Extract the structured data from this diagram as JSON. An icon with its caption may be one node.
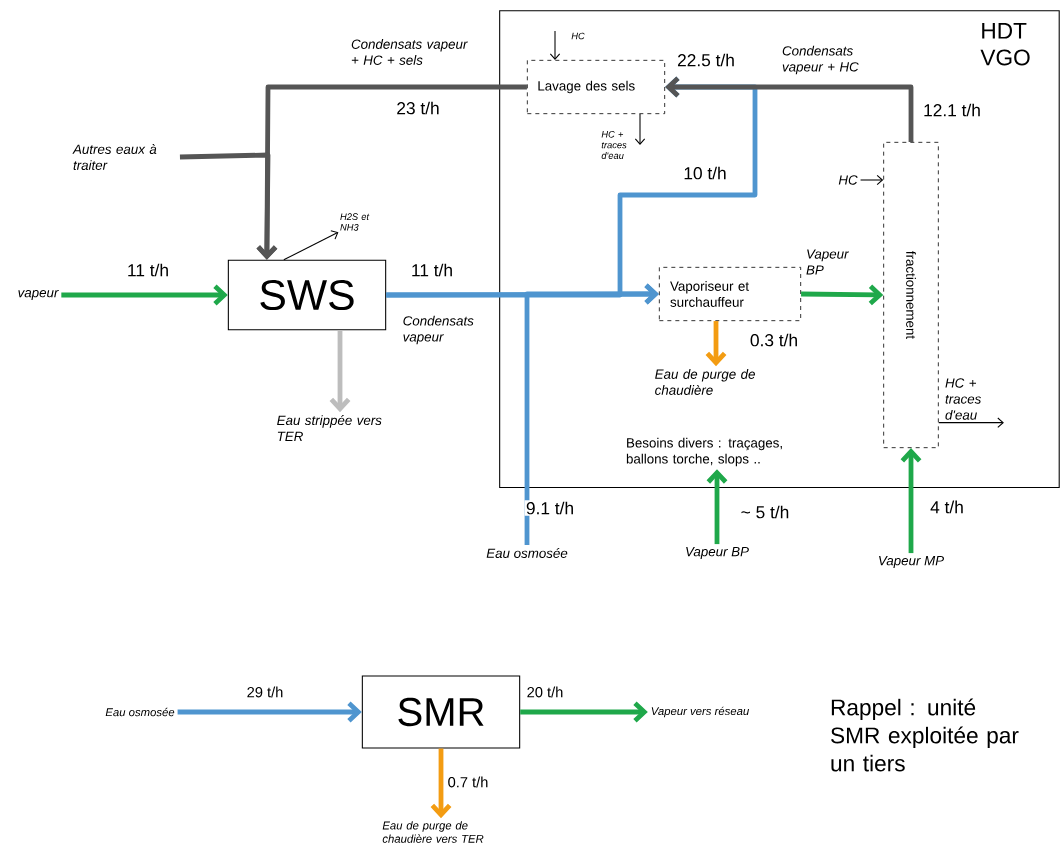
{
  "diagram": {
    "nodes": [
      {
        "text": [
          "HDT VGO"
        ]
      },
      {
        "text": [
          "SWS"
        ]
      },
      {
        "text": [
          "Lavage des sels"
        ],
        "in": 0
      },
      {
        "text": [
          "Vaporiseur et surchauffeur"
        ],
        "in": 0
      },
      {
        "text": [
          "fractionnement"
        ],
        "in": 0
      },
      {
        "text": [
          "vapeur"
        ]
      },
      {
        "text": [
          "Autres eaux à traiter"
        ]
      },
      {
        "text": [
          "H2S et NH3"
        ]
      },
      {
        "text": [
          "Eau strippée vers TER"
        ]
      },
      {
        "text": [
          "Eau de purge de chaudière"
        ],
        "in": 0
      },
      {
        "text": [
          "Besoins divers : traçages, ballons torche, slops .."
        ],
        "in": 0
      },
      {
        "text": [
          "Eau osmosée"
        ]
      },
      {
        "text": [
          "Vapeur BP"
        ]
      },
      {
        "text": [
          "Vapeur MP"
        ]
      },
      {
        "text": [
          "HC"
        ],
        "in": 0
      },
      {
        "text": [
          "HC + traces d'eau"
        ],
        "in": 0
      },
      {
        "text": [
          "HC"
        ],
        "in": 0
      },
      {
        "text": [
          "HC + traces d'eau"
        ],
        "in": 0
      },
      {
        "text": [
          "Eau osmosée"
        ]
      },
      {
        "text": [
          "SMR"
        ]
      },
      {
        "text": [
          "Vapeur vers réseau"
        ]
      },
      {
        "text": [
          "Eau de purge de chaudière vers TER"
        ]
      }
    ],
    "edges": [
      {
        "from": 5,
        "to": 1,
        "arrow": "to",
        "label": "11 t/h",
        "color": "#1fa84a"
      },
      {
        "from": 2,
        "to": 1,
        "arrow": "to",
        "label": "23 t/h",
        "color": "#555555"
      },
      {
        "from": 6,
        "to": 1,
        "arrow": "to",
        "color": "#555555"
      },
      {
        "from": 1,
        "to": 7,
        "arrow": "to",
        "color": "#000000"
      },
      {
        "from": 1,
        "to": 8,
        "arrow": "to",
        "color": "#bdbdbd"
      },
      {
        "from": 1,
        "to": 3,
        "arrow": "to",
        "label": "11 t/h",
        "color": "#4f95cf"
      },
      {
        "from": 1,
        "to": 2,
        "arrow": "to",
        "label": "10 t/h",
        "color": "#4f95cf"
      },
      {
        "from": 11,
        "to": 3,
        "arrow": "to",
        "label": "9.1 t/h",
        "color": "#4f95cf"
      },
      {
        "from": 3,
        "to": 9,
        "arrow": "to",
        "label": "0.3 t/h",
        "color": "#f39c12"
      },
      {
        "from": 3,
        "to": 4,
        "arrow": "to",
        "label": "Vapeur BP",
        "color": "#1fa84a"
      },
      {
        "from": 4,
        "to": 2,
        "arrow": "to",
        "label": "12.1 t/h",
        "color": "#555555"
      },
      {
        "from": 14,
        "to": 2,
        "arrow": "to",
        "color": "#000000"
      },
      {
        "from": 2,
        "to": 15,
        "arrow": "to",
        "color": "#000000"
      },
      {
        "from": 16,
        "to": 4,
        "arrow": "to",
        "color": "#000000"
      },
      {
        "from": 4,
        "to": 17,
        "arrow": "to",
        "color": "#000000"
      },
      {
        "from": 12,
        "to": 10,
        "arrow": "to",
        "label": "~ 5 t/h",
        "color": "#1fa84a"
      },
      {
        "from": 13,
        "to": 4,
        "arrow": "to",
        "label": "4 t/h",
        "color": "#1fa84a"
      },
      {
        "from": 18,
        "to": 19,
        "arrow": "to",
        "label": "29 t/h",
        "color": "#4f95cf"
      },
      {
        "from": 19,
        "to": 20,
        "arrow": "to",
        "label": "20 t/h",
        "color": "#1fa84a"
      },
      {
        "from": 19,
        "to": 21,
        "arrow": "to",
        "label": "0.7 t/h",
        "color": "#f39c12"
      }
    ],
    "labels": [
      "Condensats vapeur + HC + sels",
      "22.5 t/h",
      "Condensats vapeur + HC",
      "Condensats vapeur",
      "Rappel : unité SMR exploitée par un tiers"
    ]
  }
}
